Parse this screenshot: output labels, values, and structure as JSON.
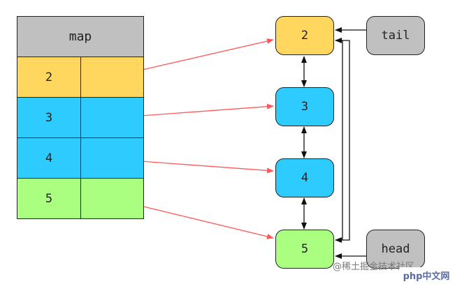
{
  "map": {
    "header": "map",
    "rows": [
      {
        "key": "2",
        "color": "#ffd75e"
      },
      {
        "key": "3",
        "color": "#2ecbff"
      },
      {
        "key": "4",
        "color": "#2ecbff"
      },
      {
        "key": "5",
        "color": "#aaff80"
      }
    ]
  },
  "list": {
    "nodes": [
      {
        "label": "2",
        "color": "#ffd75e"
      },
      {
        "label": "3",
        "color": "#2ecbff"
      },
      {
        "label": "4",
        "color": "#2ecbff"
      },
      {
        "label": "5",
        "color": "#aaff80"
      }
    ],
    "tail": {
      "label": "tail",
      "color": "#c0c0c0"
    },
    "head": {
      "label": "head",
      "color": "#c0c0c0"
    }
  },
  "colors": {
    "pointer_arrow": "#ff5a5a",
    "link_arrow": "#111111"
  },
  "watermark": {
    "text": "@稀土掘金技术社区",
    "logo_text": "php中文网"
  }
}
